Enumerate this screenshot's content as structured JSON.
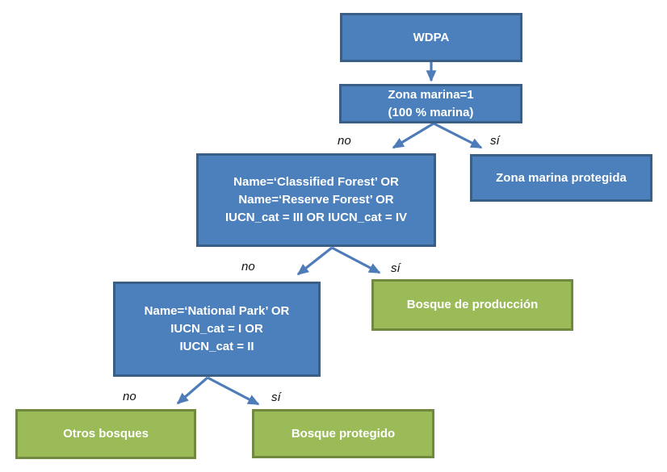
{
  "flowchart": {
    "nodes": {
      "wdpa": {
        "label": "WDPA"
      },
      "zona_marina_check": {
        "line1": "Zona marina=1",
        "line2": "(100 % marina)"
      },
      "zona_marina_protegida": {
        "label": "Zona marina protegida"
      },
      "classified_forest_check": {
        "line1": "Name=‘Classified Forest’ OR",
        "line2": "Name=‘Reserve Forest’ OR",
        "line3": "IUCN_cat = III OR IUCN_cat = IV"
      },
      "bosque_de_produccion": {
        "label": "Bosque de producción"
      },
      "national_park_check": {
        "line1": "Name=‘National Park’ OR",
        "line2": "IUCN_cat = I OR",
        "line3": "IUCN_cat = II"
      },
      "otros_bosques": {
        "label": "Otros bosques"
      },
      "bosque_protegido": {
        "label": "Bosque protegido"
      }
    },
    "edge_labels": {
      "zona_marina_no": "no",
      "zona_marina_si": "sí",
      "classified_no": "no",
      "classified_si": "sí",
      "national_park_no": "no",
      "national_park_si": "sí"
    },
    "colors": {
      "blue_fill": "#4c80bc",
      "blue_border": "#3a5f87",
      "green_fill": "#9bbb59",
      "green_border": "#71893f",
      "arrow": "#4e7cb8",
      "node_text": "#ffffff",
      "edge_label_text": "#111111"
    }
  }
}
